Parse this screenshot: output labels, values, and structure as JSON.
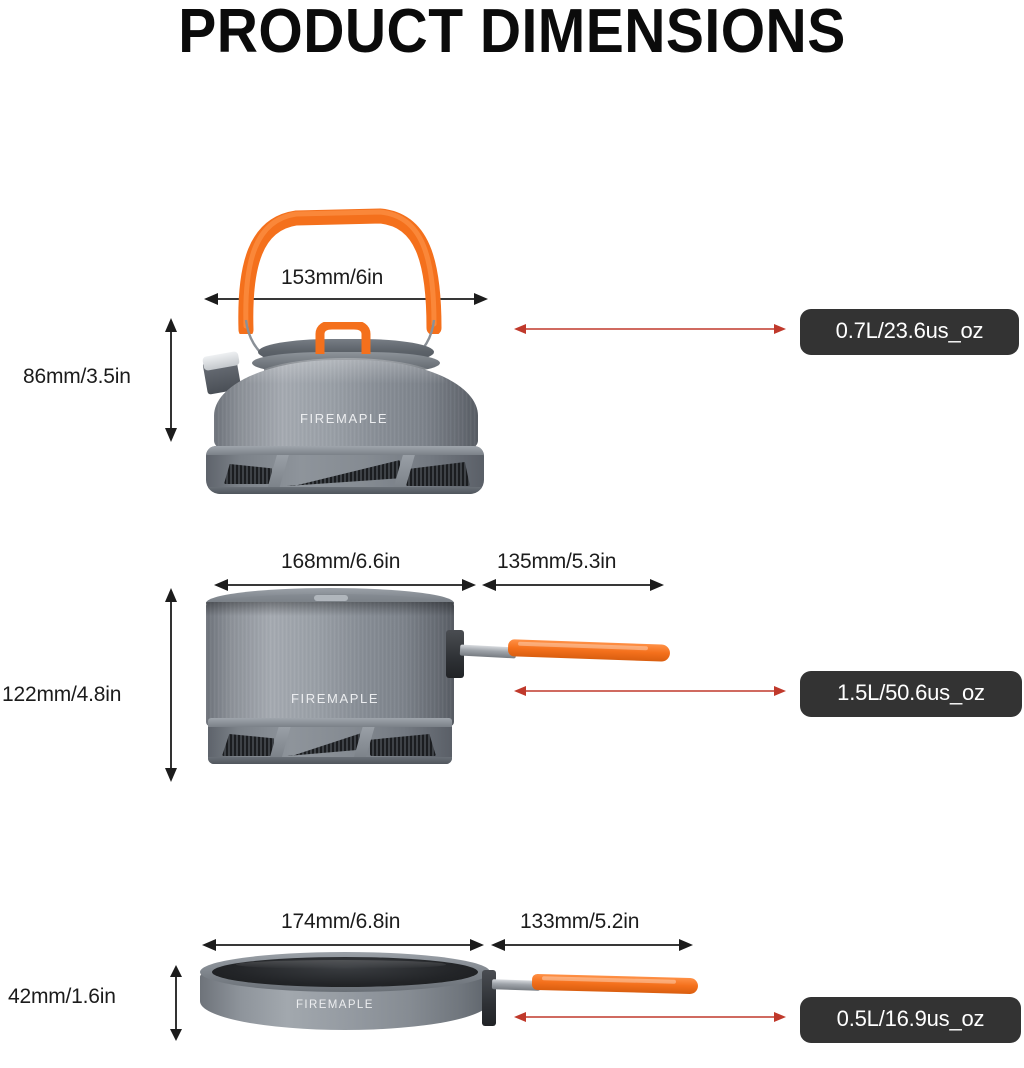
{
  "title": "PRODUCT DIMENSIONS",
  "brand": "FIREMAPLE",
  "colors": {
    "badge_background": "#333333",
    "badge_text": "#ffffff",
    "capacity_arrow": "#c0392b",
    "dimension_arrow": "#1c1c1c",
    "metal_body": "#8d9299",
    "accent_orange": "#f4701c",
    "background": "#ffffff"
  },
  "products": [
    {
      "id": "kettle",
      "name": "kettle",
      "width_label": "153mm/6in",
      "height_label": "86mm/3.5in",
      "capacity_badge": "0.7L/23.6us_oz",
      "brand": "FIREMAPLE"
    },
    {
      "id": "pot",
      "name": "pot",
      "width_label": "168mm/6.6in",
      "handle_label": "135mm/5.3in",
      "height_label": "122mm/4.8in",
      "capacity_badge": "1.5L/50.6us_oz",
      "brand": "FIREMAPLE"
    },
    {
      "id": "frypan",
      "name": "frying-pan",
      "width_label": "174mm/6.8in",
      "handle_label": "133mm/5.2in",
      "height_label": "42mm/1.6in",
      "capacity_badge": "0.5L/16.9us_oz",
      "brand": "FIREMAPLE"
    }
  ]
}
